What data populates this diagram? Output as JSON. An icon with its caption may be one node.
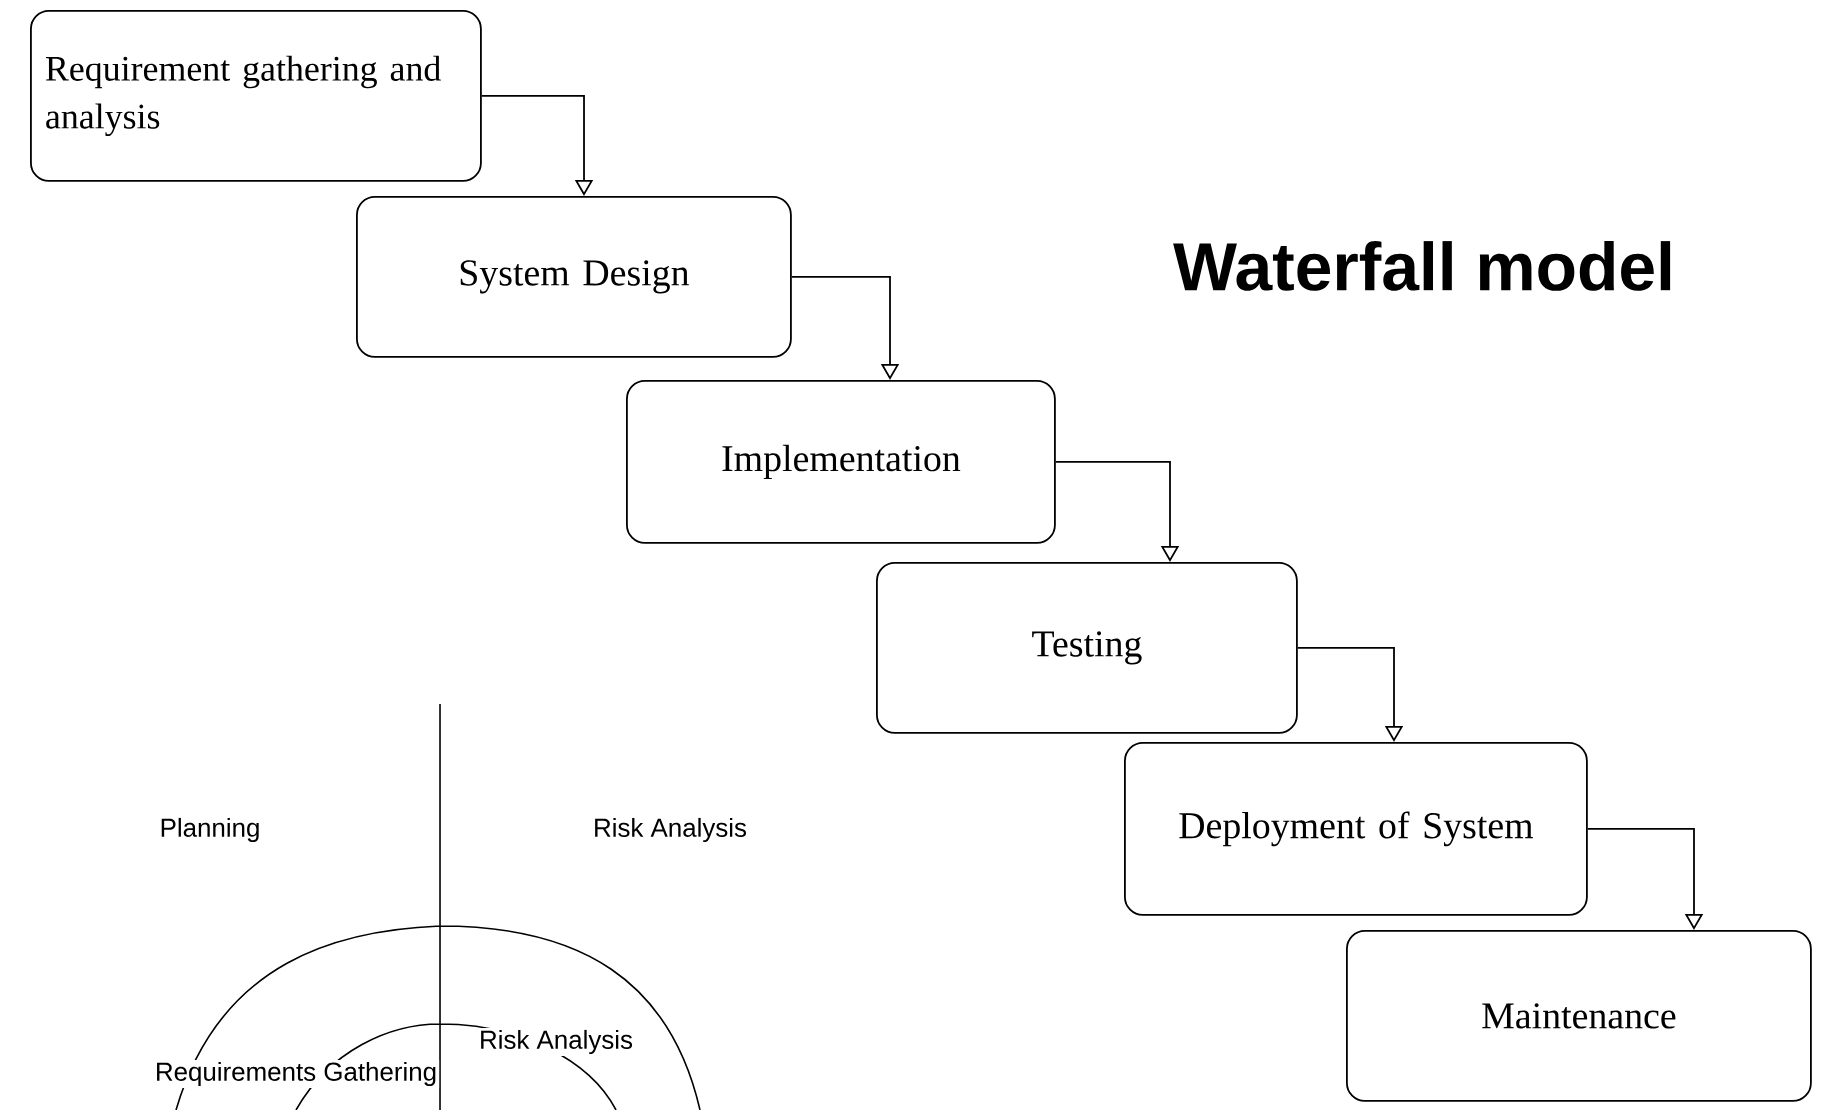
{
  "diagram": {
    "title": "Waterfall model",
    "nodes": [
      {
        "text": [
          "Requirement gathering and analysis"
        ]
      },
      {
        "text": [
          "System Design"
        ]
      },
      {
        "text": [
          "Implementation"
        ]
      },
      {
        "text": [
          "Testing"
        ]
      },
      {
        "text": [
          "Deployment of System"
        ]
      },
      {
        "text": [
          "Maintenance"
        ]
      }
    ],
    "edges": [
      {
        "from": 0,
        "to": 1,
        "arrow": "to"
      },
      {
        "from": 1,
        "to": 2,
        "arrow": "to"
      },
      {
        "from": 2,
        "to": 3,
        "arrow": "to"
      },
      {
        "from": 3,
        "to": 4,
        "arrow": "to"
      },
      {
        "from": 4,
        "to": 5,
        "arrow": "to"
      }
    ],
    "labels": [
      "Planning",
      "Risk Analysis",
      "Risk Analysis",
      "Requirements Gathering"
    ]
  }
}
